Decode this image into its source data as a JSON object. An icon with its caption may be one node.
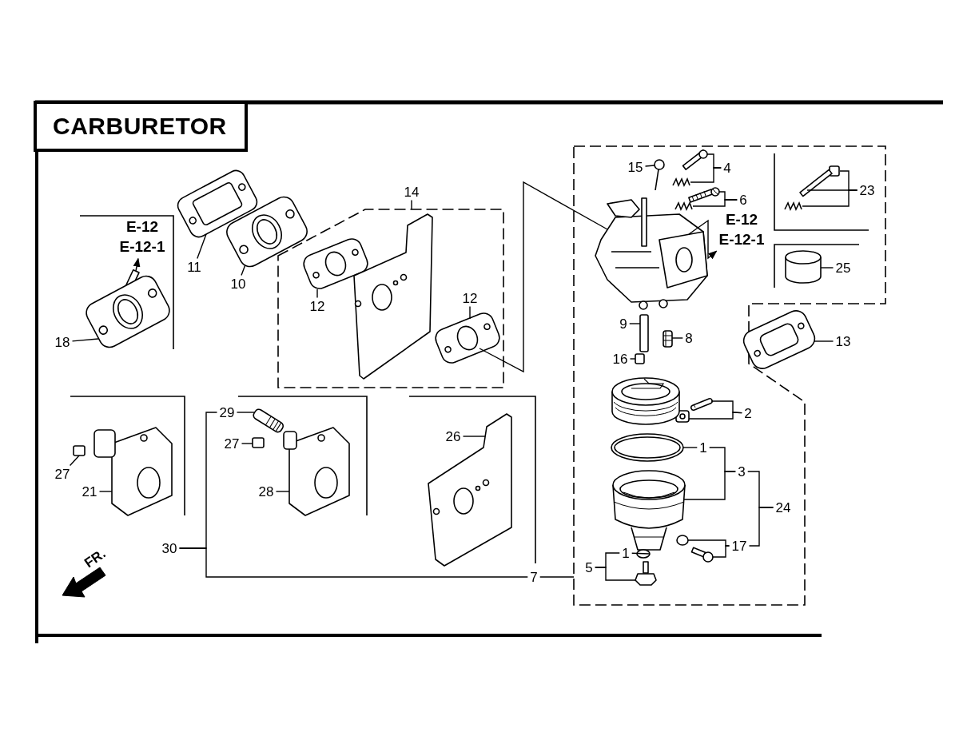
{
  "diagram": {
    "title": "CARBURETOR",
    "nodes": [
      {
        "text": [],
        "shape": "box"
      },
      {
        "text": [],
        "shape": "box"
      },
      {
        "text": [
          "11"
        ]
      },
      {
        "text": [
          "10"
        ]
      },
      {
        "text": [
          "E-12",
          "E-12-1"
        ]
      },
      {
        "text": [
          "18"
        ]
      },
      {
        "text": [
          "14"
        ]
      },
      {
        "text": [
          "12"
        ],
        "in": 0
      },
      {
        "text": [
          "12"
        ],
        "in": 0
      },
      {
        "text": [
          "15"
        ],
        "in": 1
      },
      {
        "text": [
          "4"
        ],
        "in": 1
      },
      {
        "text": [
          "6"
        ],
        "in": 1
      },
      {
        "text": [
          "E-12",
          "E-12-1"
        ],
        "in": 1
      },
      {
        "text": [
          "23"
        ],
        "in": 1
      },
      {
        "text": [
          "25"
        ],
        "in": 1
      },
      {
        "text": [
          "9"
        ],
        "in": 1
      },
      {
        "text": [
          "8"
        ],
        "in": 1
      },
      {
        "text": [
          "13"
        ],
        "in": 1
      },
      {
        "text": [
          "16"
        ],
        "in": 1
      },
      {
        "text": [
          "2"
        ],
        "in": 1
      },
      {
        "text": [
          "1"
        ],
        "in": 1
      },
      {
        "text": [
          "3"
        ],
        "in": 1
      },
      {
        "text": [
          "24"
        ],
        "in": 1
      },
      {
        "text": [
          "26"
        ]
      },
      {
        "text": [
          "17"
        ],
        "in": 1
      },
      {
        "text": [
          "1"
        ],
        "in": 1
      },
      {
        "text": [
          "5"
        ],
        "in": 1
      },
      {
        "text": [
          "7"
        ]
      },
      {
        "text": [
          "29"
        ]
      },
      {
        "text": [
          "27"
        ]
      },
      {
        "text": [
          "28"
        ]
      },
      {
        "text": [
          "27"
        ]
      },
      {
        "text": [
          "21"
        ]
      },
      {
        "text": [
          "30"
        ]
      },
      {
        "text": [],
        "shape": "picture"
      },
      {
        "text": [],
        "shape": "picture"
      },
      {
        "text": [],
        "shape": "picture"
      },
      {
        "text": [],
        "shape": "picture",
        "in": 0
      },
      {
        "text": [],
        "shape": "picture",
        "in": 0
      },
      {
        "text": [],
        "shape": "picture",
        "in": 0
      },
      {
        "text": [],
        "shape": "picture",
        "in": 1
      },
      {
        "text": [],
        "shape": "picture",
        "in": 1
      },
      {
        "text": [],
        "shape": "picture",
        "in": 1
      },
      {
        "text": [],
        "shape": "picture",
        "in": 1
      },
      {
        "text": [],
        "shape": "picture",
        "in": 1
      },
      {
        "text": [],
        "shape": "picture",
        "in": 1
      },
      {
        "text": [],
        "shape": "box",
        "in": 1
      },
      {
        "text": [],
        "shape": "picture",
        "in": 1
      },
      {
        "text": [],
        "shape": "picture",
        "in": 1
      },
      {
        "text": [],
        "shape": "picture",
        "in": 1
      },
      {
        "text": [],
        "shape": "box",
        "in": 1
      },
      {
        "text": [],
        "shape": "picture",
        "in": 1
      },
      {
        "text": [],
        "shape": "picture",
        "in": 1
      },
      {
        "text": [],
        "shape": "box",
        "in": 1
      },
      {
        "text": [],
        "shape": "picture",
        "in": 1
      },
      {
        "text": [],
        "shape": "picture",
        "in": 1
      },
      {
        "text": [],
        "shape": "picture",
        "in": 1
      },
      {
        "text": [],
        "shape": "picture",
        "in": 1
      },
      {
        "text": [],
        "shape": "circle",
        "in": 1
      },
      {
        "text": [],
        "shape": "picture",
        "in": 1
      },
      {
        "text": [],
        "shape": "circle",
        "in": 1
      },
      {
        "text": [],
        "shape": "picture",
        "in": 1
      },
      {
        "text": [],
        "shape": "picture"
      },
      {
        "text": [],
        "shape": "box"
      },
      {
        "text": [],
        "shape": "picture"
      },
      {
        "text": [],
        "shape": "box"
      },
      {
        "text": [],
        "shape": "picture"
      },
      {
        "text": [],
        "shape": "picture"
      }
    ],
    "edges": [
      {
        "from": 2,
        "to": 34,
        "arrow": "none"
      },
      {
        "from": 3,
        "to": 35,
        "arrow": "none"
      },
      {
        "from": 36,
        "to": 4,
        "arrow": "to"
      },
      {
        "from": 5,
        "to": 36,
        "arrow": "none"
      },
      {
        "from": 6,
        "to": 0,
        "arrow": "none"
      },
      {
        "from": 7,
        "to": 37,
        "arrow": "none"
      },
      {
        "from": 8,
        "to": 39,
        "arrow": "none"
      },
      {
        "from": 9,
        "to": 41,
        "arrow": "none"
      },
      {
        "from": 10,
        "to": 42,
        "arrow": "none"
      },
      {
        "from": 10,
        "to": 43,
        "arrow": "none"
      },
      {
        "from": 11,
        "to": 44,
        "arrow": "none"
      },
      {
        "from": 11,
        "to": 45,
        "arrow": "none"
      },
      {
        "from": 40,
        "to": 12,
        "arrow": "to"
      },
      {
        "from": 13,
        "to": 46,
        "arrow": "none"
      },
      {
        "from": 13,
        "to": 47,
        "arrow": "none"
      },
      {
        "from": 13,
        "to": 48,
        "arrow": "none"
      },
      {
        "from": 14,
        "to": 49,
        "arrow": "none"
      },
      {
        "from": 15,
        "to": 50,
        "arrow": "none"
      },
      {
        "from": 16,
        "to": 51,
        "arrow": "none"
      },
      {
        "from": 17,
        "to": 52,
        "arrow": "none"
      },
      {
        "from": 18,
        "to": 53,
        "arrow": "none"
      },
      {
        "from": 19,
        "to": 55,
        "arrow": "none"
      },
      {
        "from": 19,
        "to": 54,
        "arrow": "none"
      },
      {
        "from": 20,
        "to": 56,
        "arrow": "none"
      },
      {
        "from": 21,
        "to": 20,
        "arrow": "none"
      },
      {
        "from": 21,
        "to": 57,
        "arrow": "none"
      },
      {
        "from": 22,
        "to": 21,
        "arrow": "none"
      },
      {
        "from": 22,
        "to": 24,
        "arrow": "none"
      },
      {
        "from": 24,
        "to": 60,
        "arrow": "none"
      },
      {
        "from": 24,
        "to": 61,
        "arrow": "none"
      },
      {
        "from": 25,
        "to": 58,
        "arrow": "none"
      },
      {
        "from": 26,
        "to": 25,
        "arrow": "none"
      },
      {
        "from": 26,
        "to": 59,
        "arrow": "none"
      },
      {
        "from": 27,
        "to": 1,
        "arrow": "none"
      },
      {
        "from": 33,
        "to": 27,
        "arrow": "none"
      },
      {
        "from": 33,
        "to": 28,
        "arrow": "none"
      },
      {
        "from": 28,
        "to": 62,
        "arrow": "none"
      },
      {
        "from": 29,
        "to": 63,
        "arrow": "none"
      },
      {
        "from": 30,
        "to": 64,
        "arrow": "none"
      },
      {
        "from": 31,
        "to": 65,
        "arrow": "none"
      },
      {
        "from": 32,
        "to": 66,
        "arrow": "none"
      },
      {
        "from": 23,
        "to": 67,
        "arrow": "none"
      },
      {
        "from": 39,
        "to": 40,
        "arrow": "none"
      }
    ],
    "labels": [
      "FR."
    ]
  }
}
